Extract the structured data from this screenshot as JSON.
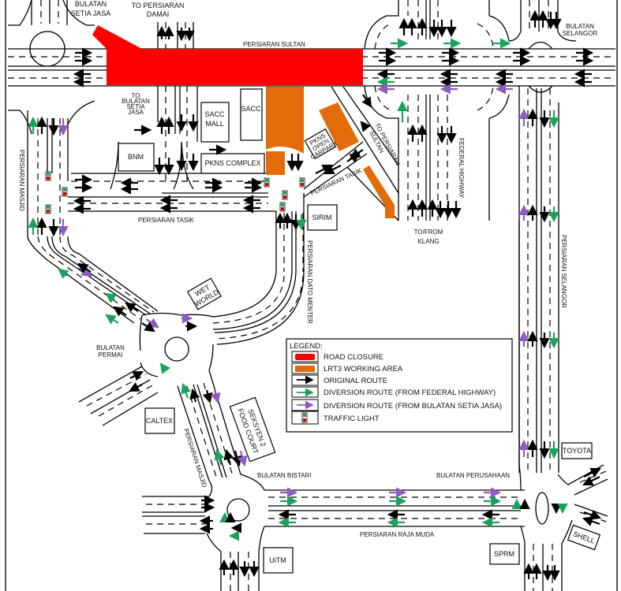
{
  "colors": {
    "road_closure": "#ff0000",
    "lrt3_area": "#e36c0a",
    "original": "#000000",
    "diversion_federal": "#1aa35a",
    "diversion_setia_jasa": "#8e5cc0",
    "light_green": "#1aa35a",
    "light_red": "#cc0000"
  },
  "labels": {
    "bulatan_setia_jasa": [
      "BULATAN",
      "SETIA JASA"
    ],
    "to_persiaran_damai": [
      "TO PERSIARAN",
      "DAMAI"
    ],
    "persiaran_sultan": "PERSIARAN SULTAN",
    "bulatan_selangor": [
      "BULATAN",
      "SELANGOR"
    ],
    "to_bulatan_setia_jasa": [
      "TO",
      "BULATAN",
      "SETIA",
      "JASA"
    ],
    "persiaran_masjid_top": "PERSIARAN MASJID",
    "persiaran_tasik_main": "PERSIARAN TASIK",
    "persiaran_tasik_diag": "PERSIARAN TASIK",
    "to_persiaran_sultan": [
      "TO PERSIARAN",
      "SULTAN"
    ],
    "federal_highway": "FEDERAL HIGHWAY",
    "to_from_klang": [
      "TO/FROM",
      "KLANG"
    ],
    "persiaran_selangor": "PERSIARAN SELANGOR",
    "persiaran_dato_menter": "PERSIARAN DATO MENTER",
    "bulatan_permai": [
      "BULATAN",
      "PERMAI"
    ],
    "persiaran_masjid_bottom": "PERSIARAN MASJID",
    "bulatan_bistari": "BULATAN BISTARI",
    "bulatan_perusahaan": "BULATAN PERUSAHAAN",
    "persiaran_raja_muda": "PERSIARAN RAJA MUDA"
  },
  "buildings": {
    "sacc_mall": [
      "SACC",
      "MALL"
    ],
    "sacc": "SACC",
    "bnm": "BNM",
    "pkns_complex": "PKNS COMPLEX",
    "pkns_open_carpark": [
      "PKNS",
      "OPEN",
      "CARPARK"
    ],
    "sirim": "SIRIM",
    "wet_world": [
      "WET",
      "WORLD"
    ],
    "caltex": "CALTEX",
    "seksyen2_food_court": [
      "SEKSYEN 2",
      "FOOD COURT"
    ],
    "uitm": "UiTM",
    "sprm": "SPRM",
    "toyota": "TOYOTA",
    "shell": "SHELL"
  },
  "legend": {
    "title": "LEGEND:",
    "items": [
      {
        "key": "road_closure",
        "label": "ROAD CLOSURE"
      },
      {
        "key": "lrt3_area",
        "label": "LRT3 WORKING AREA"
      },
      {
        "key": "original",
        "label": "ORIGINAL ROUTE"
      },
      {
        "key": "diversion_federal",
        "label": "DIVERSION ROUTE (FROM FEDERAL HIGHWAY)"
      },
      {
        "key": "diversion_setia_jasa",
        "label": "DIVERSION ROUTE (FROM BULATAN SETIA JASA)"
      },
      {
        "key": "traffic_light",
        "label": "TRAFFIC LIGHT"
      }
    ]
  }
}
